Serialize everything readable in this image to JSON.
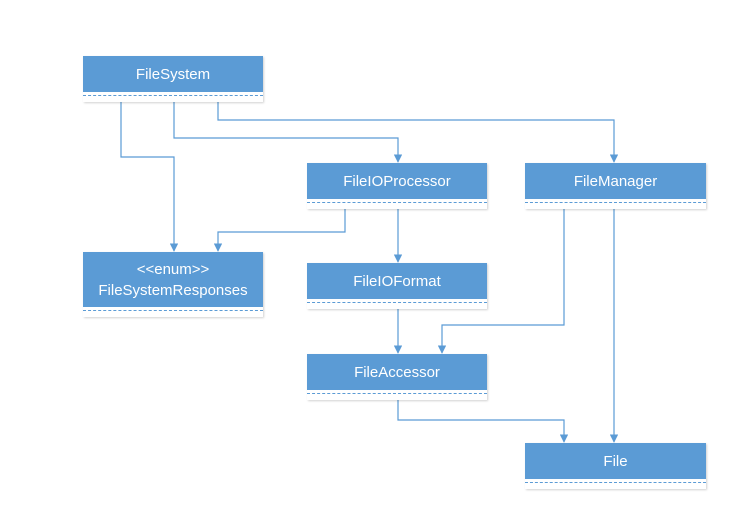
{
  "classes": {
    "file_system": {
      "name": "FileSystem"
    },
    "file_io_processor": {
      "name": "FileIOProcessor"
    },
    "file_manager": {
      "name": "FileManager"
    },
    "file_system_responses": {
      "stereotype": "<<enum>>",
      "name": "FileSystemResponses"
    },
    "file_io_format": {
      "name": "FileIOFormat"
    },
    "file_accessor": {
      "name": "FileAccessor"
    },
    "file": {
      "name": "File"
    }
  },
  "colors": {
    "class_fill": "#5b9bd5",
    "connector": "#5b9bd5",
    "text": "#ffffff"
  }
}
